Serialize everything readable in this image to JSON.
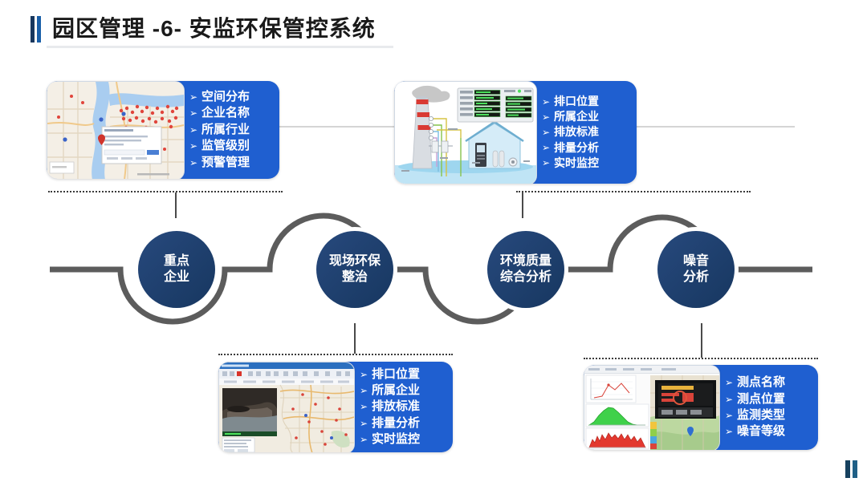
{
  "slide": {
    "title": "园区管理 -6- 安监环保管控系统",
    "accent_color": "#1a5fa8",
    "panel_color": "#1f5fd0",
    "node_color": "#1b3f72",
    "connector_color": "#5c5c5c"
  },
  "nodes": [
    {
      "name": "node-key-enterprise",
      "line1": "重点",
      "line2": "企业"
    },
    {
      "name": "node-onsite-env",
      "line1": "现场环保",
      "line2": "整治"
    },
    {
      "name": "node-env-quality",
      "line1": "环境质量",
      "line2": "综合分析"
    },
    {
      "name": "node-noise-analysis",
      "line1": "噪音",
      "line2": "分析"
    }
  ],
  "callouts": [
    {
      "name": "callout-key-enterprise",
      "thumb": "map-distribution-screenshot",
      "items": [
        "空间分布",
        "企业名称",
        "所属行业",
        "监管级别",
        "预警管理"
      ]
    },
    {
      "name": "callout-onsite-env",
      "thumb": "factory-emission-diagram",
      "items": [
        "排口位置",
        "所属企业",
        "排放标准",
        "排量分析",
        "实时监控"
      ]
    },
    {
      "name": "callout-env-quality",
      "thumb": "monitoring-map-screenshot",
      "items": [
        "排口位置",
        "所属企业",
        "排放标准",
        "排量分析",
        "实时监控"
      ]
    },
    {
      "name": "callout-noise-analysis",
      "thumb": "noise-dashboard-screenshot",
      "items": [
        "测点名称",
        "测点位置",
        "监测类型",
        "噪音等级"
      ]
    }
  ],
  "bullet_marker": "➢"
}
